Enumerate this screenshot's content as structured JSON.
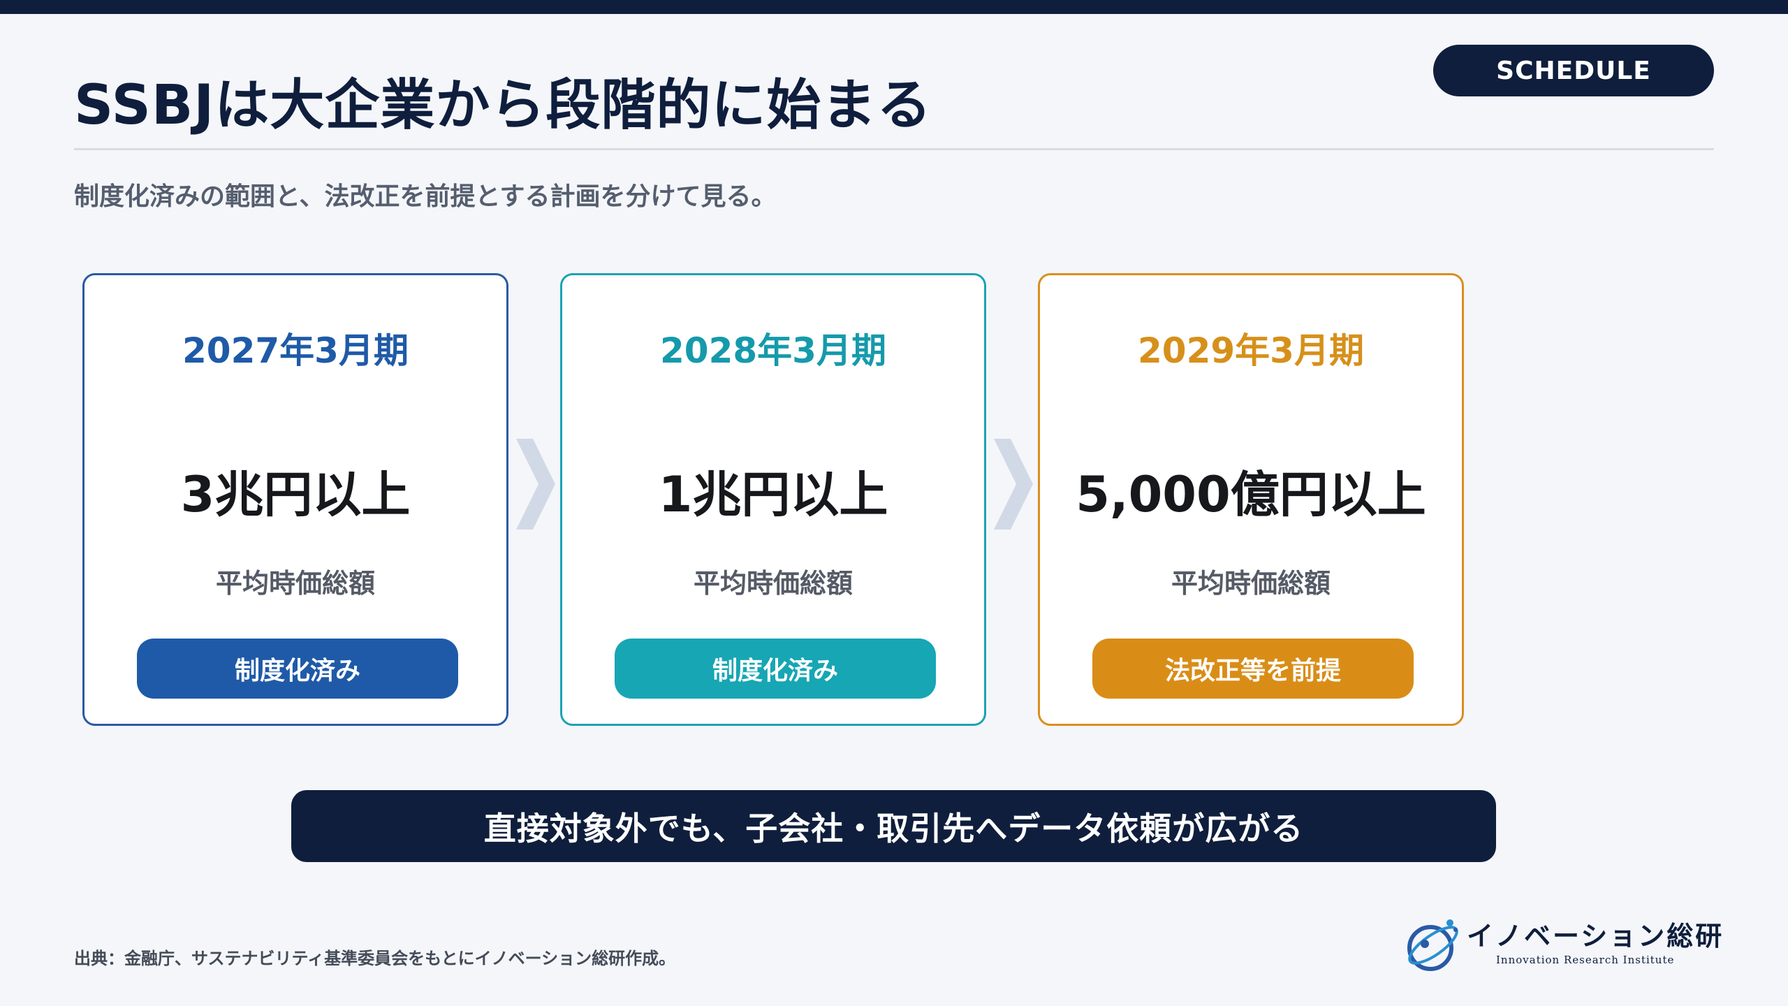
{
  "header": {
    "title": "SSBJは大企業から段階的に始まる",
    "tag": "SCHEDULE",
    "subtitle": "制度化済みの範囲と、法改正を前提とする計画を分けて見る。"
  },
  "cards": [
    {
      "period": "2027年3月期",
      "amount": "3兆円以上",
      "metric": "平均時価総額",
      "status": "制度化済み",
      "accent": "#1f5aa8"
    },
    {
      "period": "2028年3月期",
      "amount": "1兆円以上",
      "metric": "平均時価総額",
      "status": "制度化済み",
      "accent": "#17a6b4"
    },
    {
      "period": "2029年3月期",
      "amount": "5,000億円以上",
      "metric": "平均時価総額",
      "status": "法改正等を前提",
      "accent": "#d98d17"
    }
  ],
  "banner": {
    "text": "直接対象外でも、子会社・取引先へデータ依頼が広がる"
  },
  "footer": {
    "source": "出典：金融庁、サステナビリティ基準委員会をもとにイノベーション総研作成。",
    "logo_name": "イノベーション総研",
    "logo_sub": "Innovation Research Institute"
  },
  "colors": {
    "navy": "#0f1e3c",
    "background": "#f4f6fa",
    "arrow": "#d2d9e6"
  }
}
